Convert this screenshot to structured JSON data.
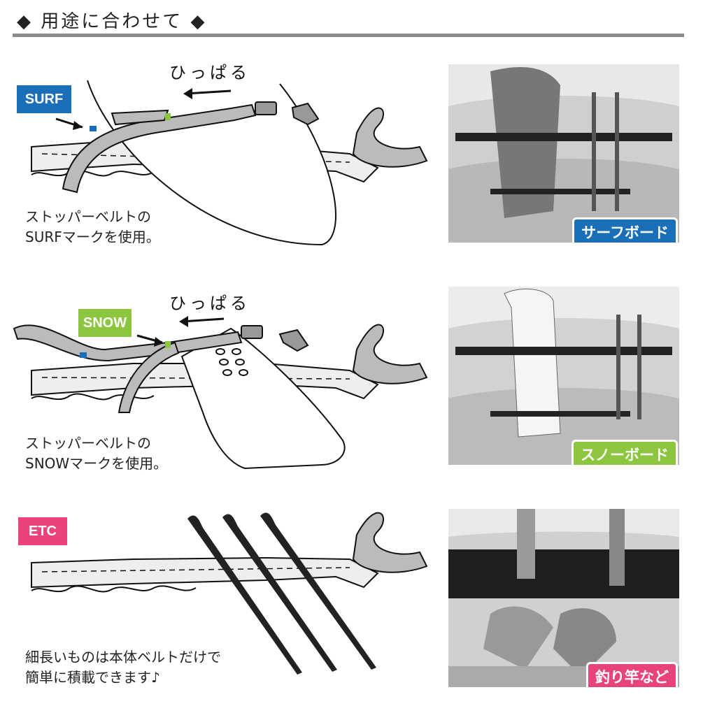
{
  "header": {
    "title": "◆ 用途に合わせて ◆"
  },
  "sections": [
    {
      "tag": "SURF",
      "tag_color": "#1a6fb8",
      "pull_text": "ひっぱる",
      "caption_lines": [
        "ストッパーベルトの",
        "SURFマークを使用。"
      ],
      "badge": "サーフボード",
      "badge_color": "#1a6fb8"
    },
    {
      "tag": "SNOW",
      "tag_color": "#8cc63f",
      "pull_text": "ひっぱる",
      "caption_lines": [
        "ストッパーベルトの",
        "SNOWマークを使用。"
      ],
      "badge": "スノーボード",
      "badge_color": "#8cc63f"
    },
    {
      "tag": "ETC",
      "tag_color": "#e8437a",
      "caption_lines": [
        "細長いものは本体ベルトだけで",
        "簡単に積載できます♪"
      ],
      "badge": "釣り竿など",
      "badge_color": "#e8437a"
    }
  ]
}
